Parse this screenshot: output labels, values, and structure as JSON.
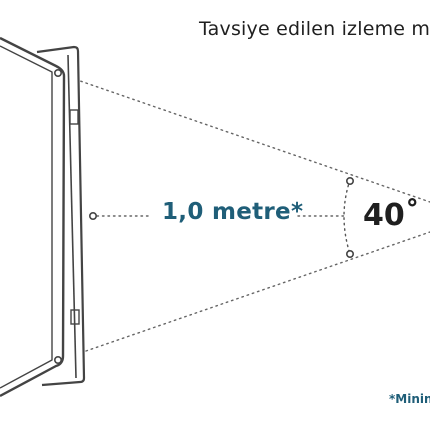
{
  "title": "Tavsiye edilen izleme m",
  "distance_label": "1,0 metre*",
  "angle_label": "40˚",
  "footnote": "*Minin",
  "colors": {
    "accent": "#1f5e78",
    "text": "#1f1f1f",
    "line": "#555555"
  }
}
